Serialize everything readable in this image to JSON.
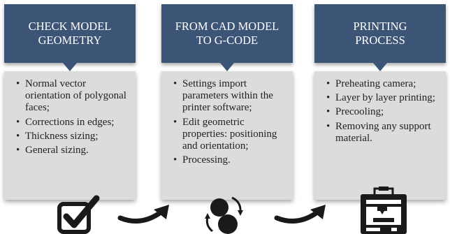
{
  "steps": [
    {
      "title_lines": [
        "CHECK MODEL",
        "GEOMETRY"
      ],
      "items": [
        "Normal vector orientation of polygonal faces;",
        "Corrections in edges;",
        "Thickness sizing;",
        "General sizing."
      ],
      "icon": "checkbox-check-icon"
    },
    {
      "title_lines": [
        "FROM CAD MODEL",
        "TO G-CODE"
      ],
      "items": [
        "Settings import parameters within the printer software;",
        "Edit geometric properties: positioning and orientation;",
        "Processing."
      ],
      "icon": "processing-cycle-icon"
    },
    {
      "title_lines": [
        "PRINTING",
        "PROCESS"
      ],
      "items": [
        "Preheating camera;",
        "Layer by layer printing;",
        "Precooling;",
        "Removing any support material."
      ],
      "icon": "3d-printer-icon"
    }
  ],
  "connectors": [
    "arrow-right-icon",
    "arrow-right-icon"
  ],
  "colors": {
    "header": "#3c5476",
    "panel": "#dcdcdc",
    "icon": "#1a1a1a"
  }
}
